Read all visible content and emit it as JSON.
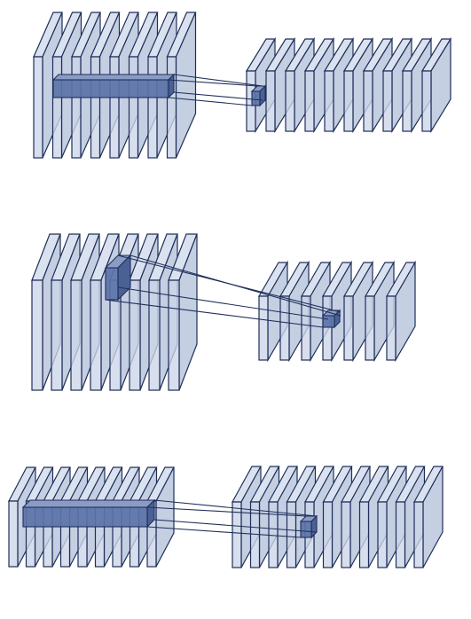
{
  "diagram": {
    "panels": [
      {
        "name": "panel-1",
        "input_stack": {
          "slices": 8
        },
        "output_stack": {
          "slices": 10
        }
      },
      {
        "name": "panel-2",
        "input_stack": {
          "slices": 8
        },
        "output_stack": {
          "slices": 7
        }
      },
      {
        "name": "panel-3",
        "input_stack": {
          "slices": 9
        },
        "output_stack": {
          "slices": 11
        }
      }
    ],
    "colors": {
      "outline": "#1f2f5a",
      "slice_fill": "#ccd5e8",
      "kernel_fill": "#5b73a8"
    }
  }
}
